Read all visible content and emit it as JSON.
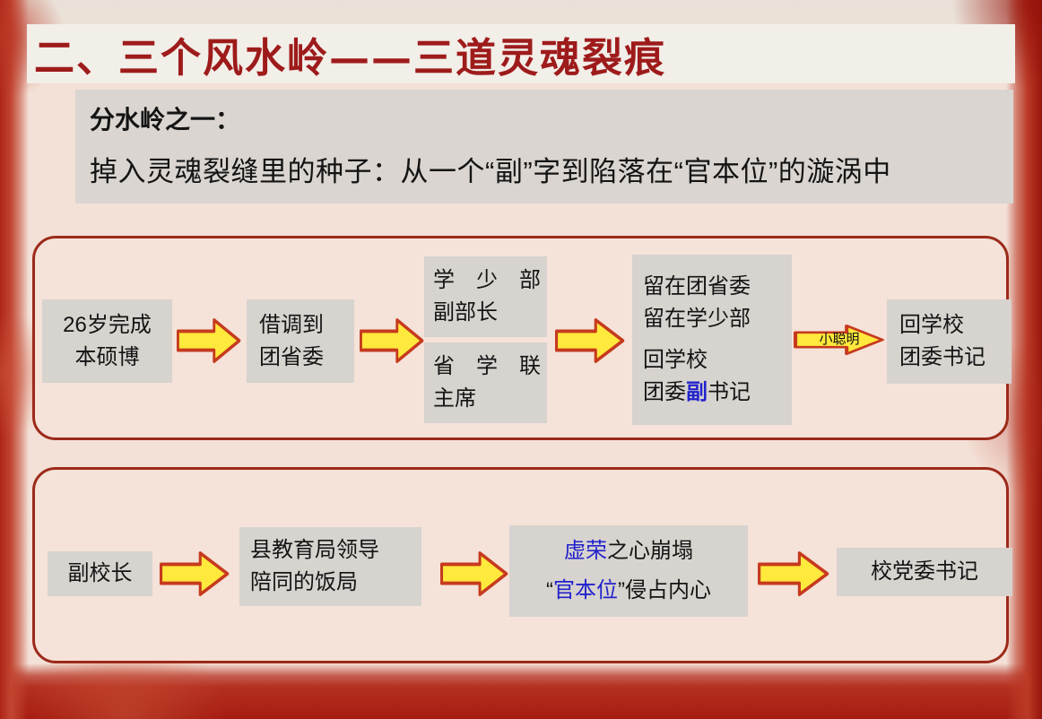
{
  "title": "二、三个风水岭——三道灵魂裂痕",
  "intro": {
    "heading": "分水岭之一：",
    "body": "掉入灵魂裂缝里的种子：从一个“副”字到陷落在“官本位”的漩涡中"
  },
  "flow1": {
    "box1_line1": "26岁完成",
    "box1_line2": "本硕博",
    "box2_line1": "借调到",
    "box2_line2": "团省委",
    "box3a_line1": "学　少　部",
    "box3a_line2": "副部长",
    "box3b_line1": "省　学　联",
    "box3b_line2": "主席",
    "box4_line1": "留在团省委",
    "box4_line2": "留在学少部",
    "box4_line3": "回学校",
    "box4_line4_pre": "团委",
    "box4_line4_em": "副",
    "box4_line4_post": "书记",
    "arrow_label": "小聪明",
    "box5_line1": "回学校",
    "box5_line2": "团委书记"
  },
  "flow2": {
    "box1": "副校长",
    "box2_line1": "县教育局领导",
    "box2_line2": "陪同的饭局",
    "box3_line1_em": "虚荣",
    "box3_line1_post": "之心崩塌",
    "box3_line2_pre": "“",
    "box3_line2_em": "官本位",
    "box3_line2_post": "”侵占内心",
    "box4": "校党委书记"
  },
  "colors": {
    "title_red": "#9e1b1b",
    "accent_blue": "#2222cc",
    "arrow_fill": "#ffe93c",
    "arrow_stroke": "#c63a1e",
    "panel_border": "#9c2a1a",
    "panel_bg": "#f5e2d9",
    "node_bg": "#d7d3cf",
    "intro_bg": "#dad5d0",
    "title_bar_bg": "#f2eee8",
    "slide_bg": "#f3e0d6"
  }
}
